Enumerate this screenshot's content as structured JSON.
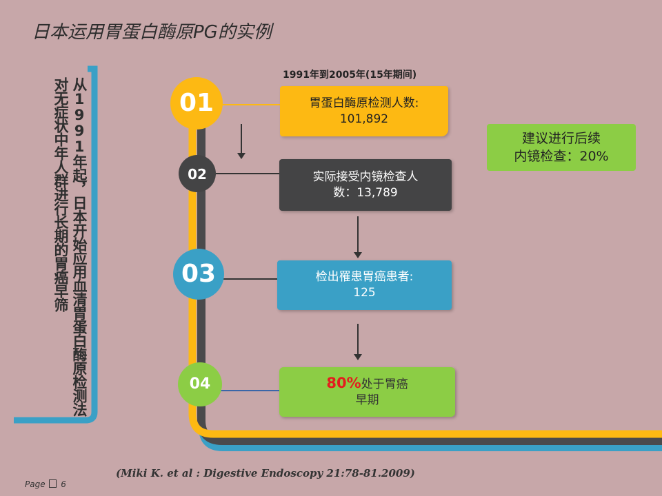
{
  "title": "日本运用胃蛋白酶原PG的实例",
  "side_text": "从1991年起，日本开始应用血清胃蛋白酶原检测法对无症状中年人群进行长期的胃癌早筛",
  "period_label": "1991年到2005年(15年期间)",
  "steps": [
    {
      "number": "01",
      "line1": "胃蛋白酶原检测人数:",
      "line2": "101,892"
    },
    {
      "number": "02",
      "line1": "实际接受内镜检查人",
      "line2": "数：13,789"
    },
    {
      "number": "03",
      "line1": "检出罹患胃癌患者:",
      "line2": "125"
    },
    {
      "number": "04",
      "highlight": "80%",
      "line1_rest": "处于胃癌",
      "line2": "早期"
    }
  ],
  "side_box": {
    "line1": "建议进行后续",
    "line2": "内镜检查：20%"
  },
  "reference": "(Miki K. et al : Digestive Endoscopy 21:78-81.2009)",
  "page_label": "Page",
  "page_number": "6",
  "colors": {
    "background": "#c7a7a9",
    "yellow": "#fdb913",
    "dark": "#444445",
    "blue": "#3aa0c6",
    "green": "#8ccd45",
    "accent_red": "#e31e1e"
  }
}
